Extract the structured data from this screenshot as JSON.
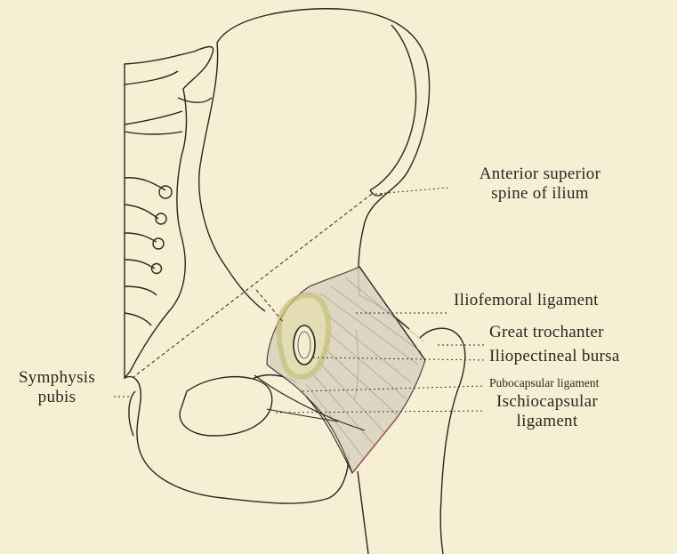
{
  "labels": {
    "anterior_superior_spine": {
      "line1": "Anterior superior",
      "line2": "spine of ilium"
    },
    "iliofemoral_ligament": "Iliofemoral ligament",
    "great_trochanter": "Great trochanter",
    "iliopectineal_bursa": "Iliopectineal bursa",
    "pubocapsular_ligament": "Pubocapsular ligament",
    "ischiocapsular_ligament": {
      "line1": "Ischiocapsular",
      "line2": "ligament"
    },
    "symphysis_pubis": {
      "line1": "Symphysis",
      "line2": "pubis"
    }
  },
  "colors": {
    "paper": "#f7efd3",
    "ink": "#2b2620",
    "ligament_shade": "#d9d2c0",
    "bursa_yellow": "#c9c27a",
    "dashed_red": "#b8473a"
  }
}
